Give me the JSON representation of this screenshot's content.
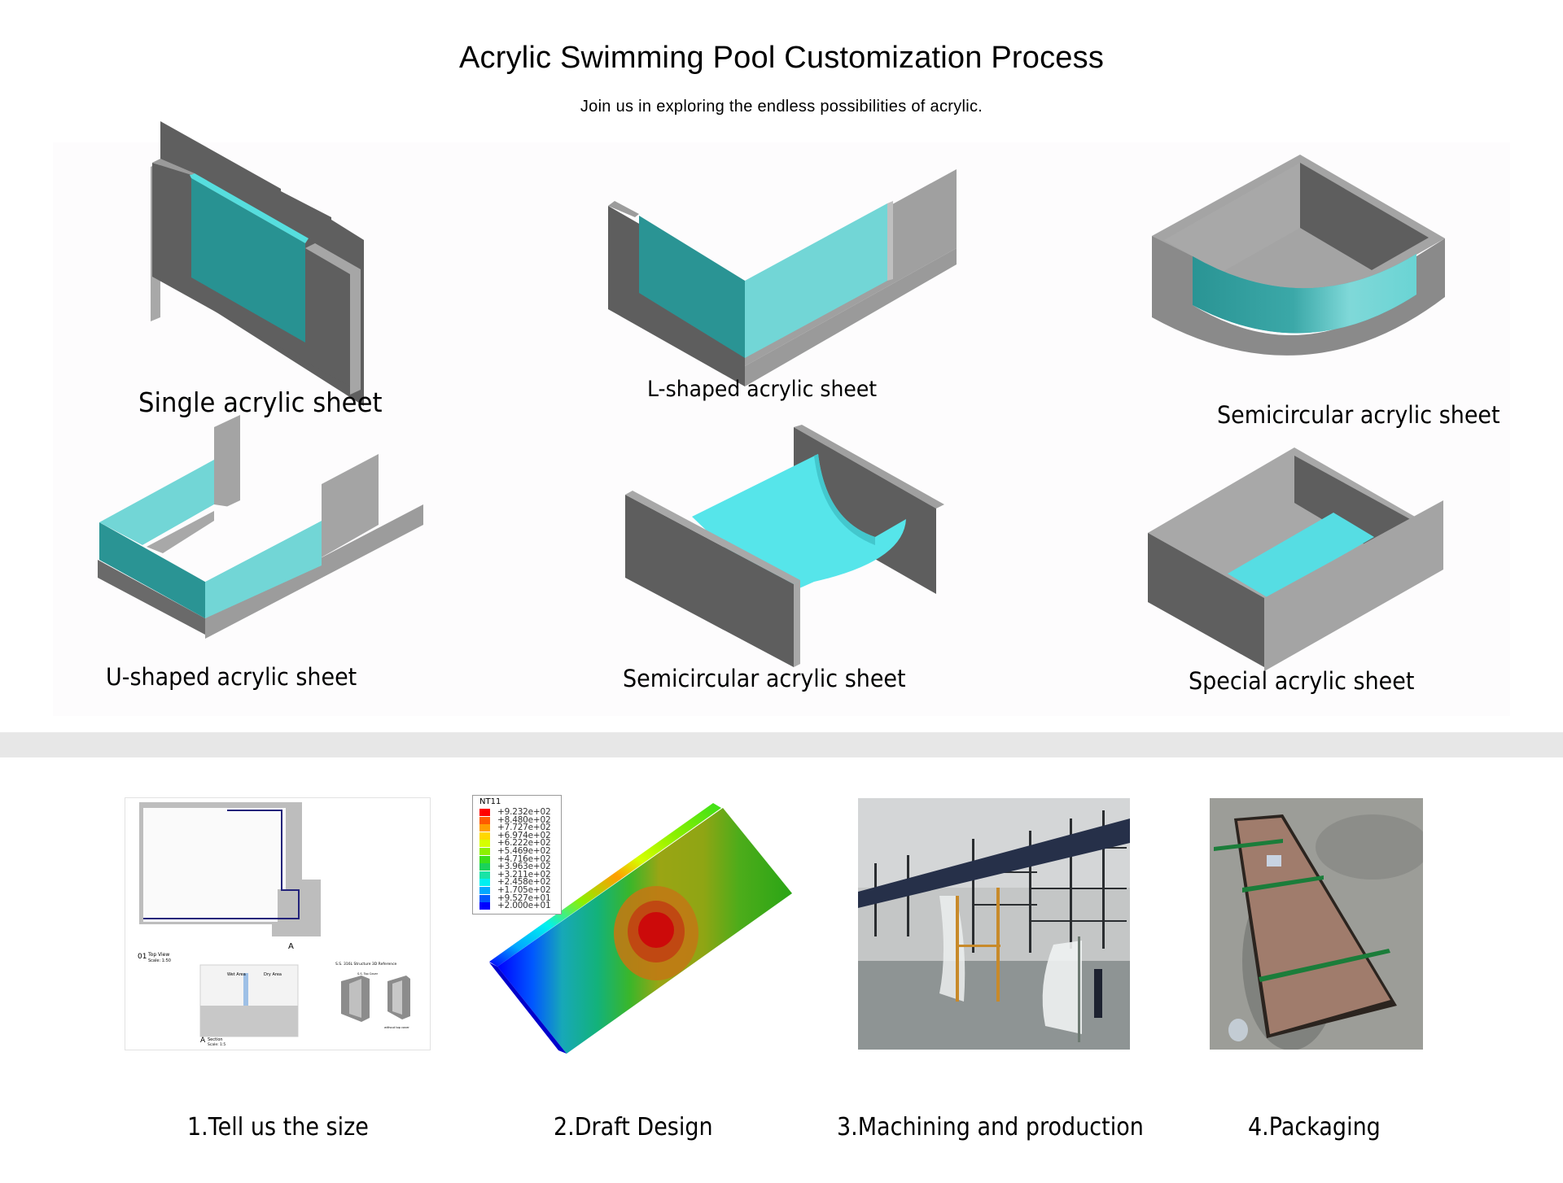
{
  "header": {
    "title": "Acrylic Swimming Pool Customization Process",
    "subtitle": "Join us in exploring the endless possibilities of acrylic."
  },
  "colors": {
    "wall_dark": "#5e5e5e",
    "wall_mid": "#8a8a8a",
    "wall_light": "#a9a9a9",
    "acrylic_dark": "#2a9494",
    "acrylic_light": "#72d8d8",
    "acrylic_bright": "#4fe3ea",
    "divider": "#e7e7e7"
  },
  "shapes": [
    {
      "label": "Single acrylic sheet"
    },
    {
      "label": "L-shaped acrylic sheet"
    },
    {
      "label": "Semicircular acrylic sheet"
    },
    {
      "label": "U-shaped acrylic sheet"
    },
    {
      "label": "Semicircular acrylic sheet"
    },
    {
      "label": "Special acrylic sheet"
    }
  ],
  "steps": [
    {
      "label": "1.Tell us the size",
      "drawing": {
        "top_view_number": "01",
        "top_view_title": "Top View",
        "top_view_scale": "Scale: 1:50",
        "section_marker": "A",
        "section_title": "Section",
        "section_scale": "Scale: 1:5",
        "wet_area": "Wet Area",
        "dry_area": "Dry Area",
        "reference_title": "S.S. 316L Structure 3D Reference",
        "ref_label_1": "S.S. Top Cover",
        "ref_label_2": "without top cover"
      }
    },
    {
      "label": "2.Draft Design",
      "legend": {
        "title": "NT11",
        "entries": [
          {
            "value": "+9.232e+02",
            "color": "#ff0000"
          },
          {
            "value": "+8.480e+02",
            "color": "#ff5a00"
          },
          {
            "value": "+7.727e+02",
            "color": "#ff9e00"
          },
          {
            "value": "+6.974e+02",
            "color": "#ffd800"
          },
          {
            "value": "+6.222e+02",
            "color": "#d6ff00"
          },
          {
            "value": "+5.469e+02",
            "color": "#8cf000"
          },
          {
            "value": "+4.716e+02",
            "color": "#3adf1a"
          },
          {
            "value": "+3.963e+02",
            "color": "#1ad25a"
          },
          {
            "value": "+3.211e+02",
            "color": "#19e3a6"
          },
          {
            "value": "+2.458e+02",
            "color": "#00f0f0"
          },
          {
            "value": "+1.705e+02",
            "color": "#00a8ff"
          },
          {
            "value": "+9.527e+01",
            "color": "#0058ff"
          },
          {
            "value": "+2.000e+01",
            "color": "#0000ff"
          }
        ]
      }
    },
    {
      "label": "3.Machining and production"
    },
    {
      "label": "4.Packaging"
    }
  ]
}
